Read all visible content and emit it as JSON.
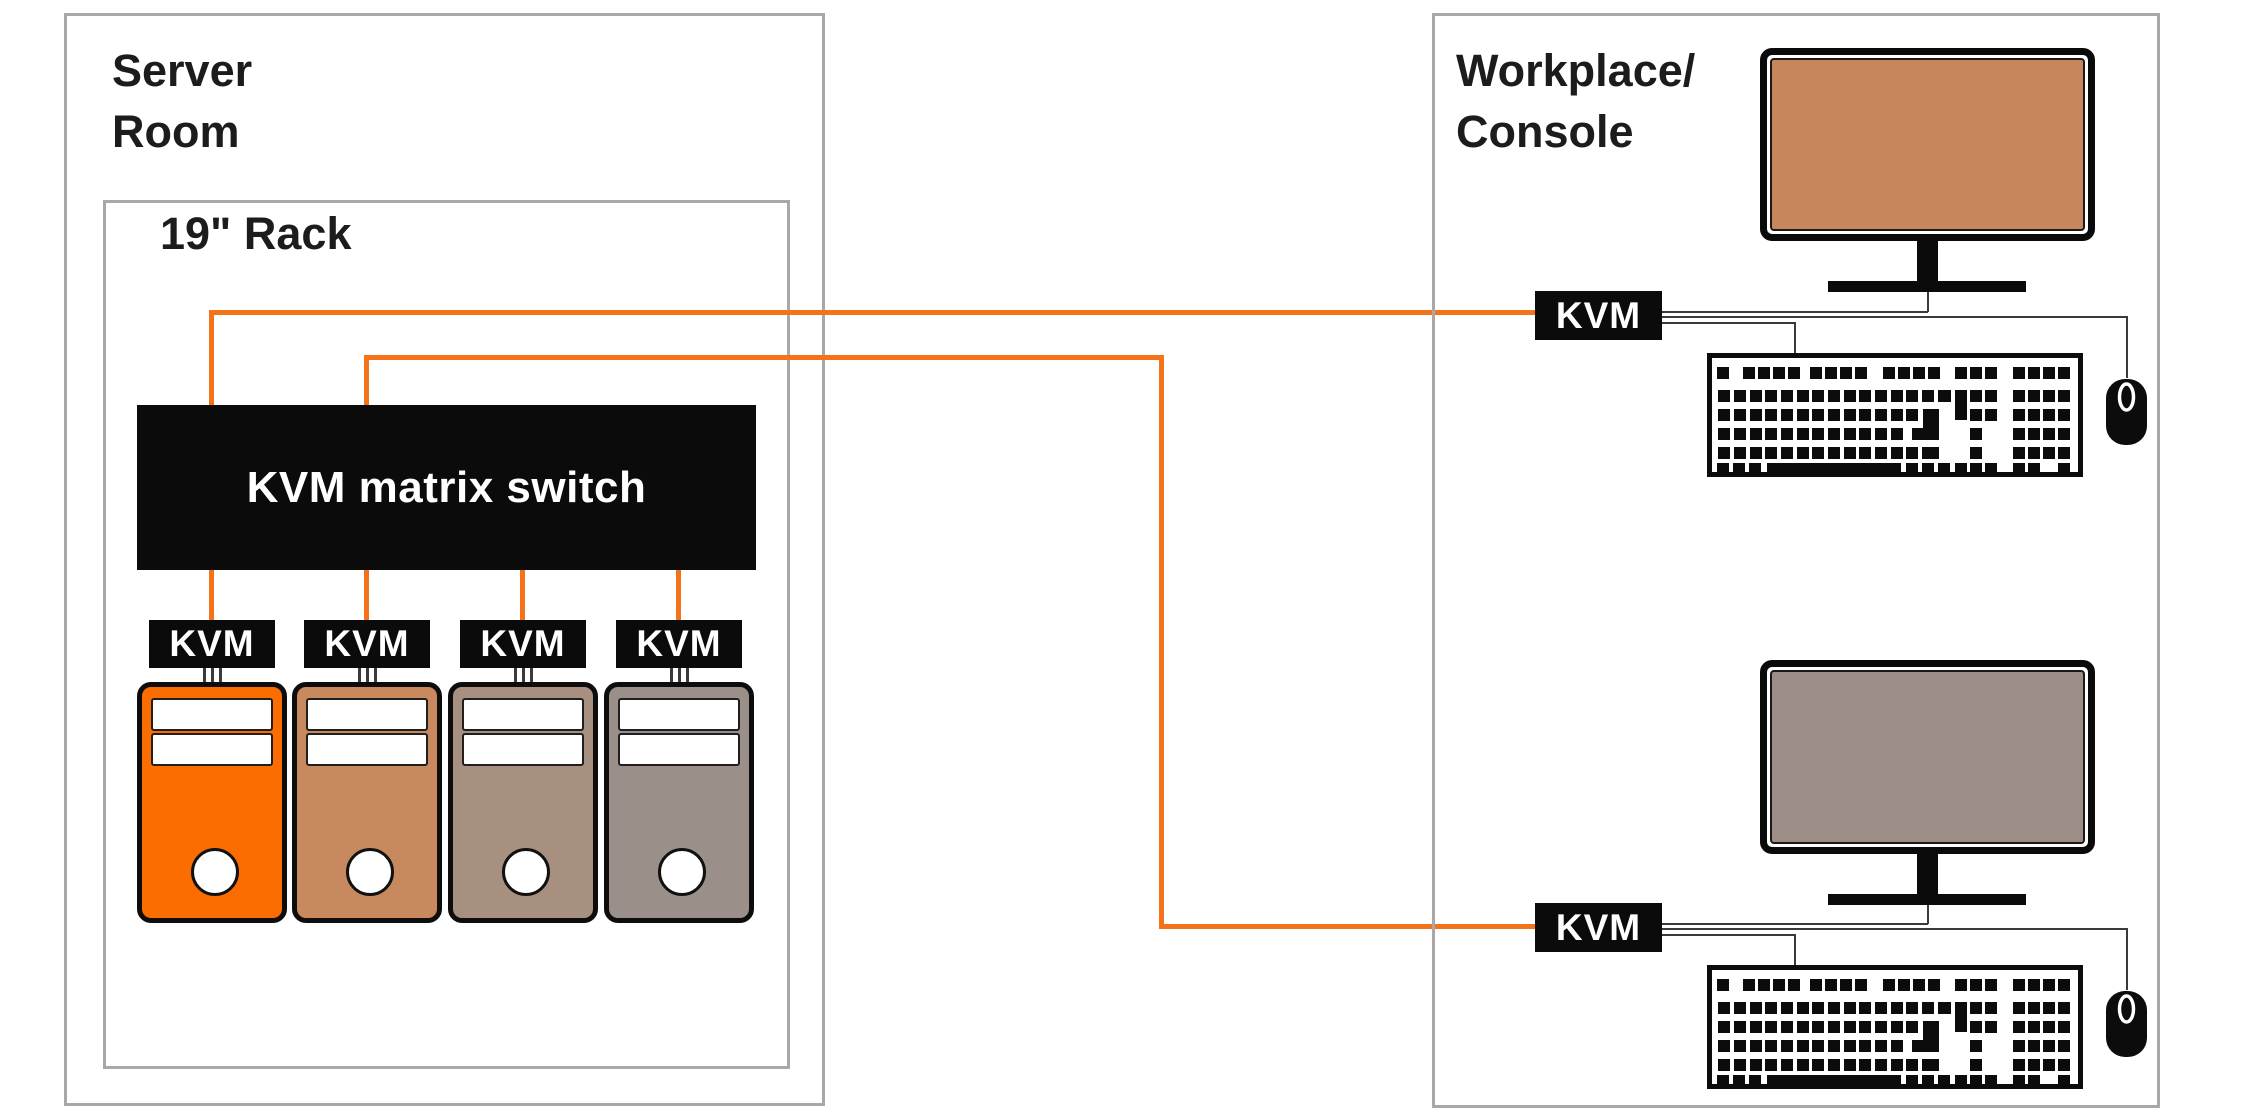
{
  "diagram": {
    "cable_color": "#F4731A",
    "line_color": "#3a3a3a",
    "server_room": {
      "label_lines": [
        "Server",
        "Room"
      ],
      "rack": {
        "label": "19\" Rack",
        "matrix_switch_label": "KVM matrix switch",
        "extenders": [
          "KVM",
          "KVM",
          "KVM",
          "KVM"
        ],
        "servers": [
          {
            "name": "server-1",
            "color": "#FB6D00"
          },
          {
            "name": "server-2",
            "color": "#C9895E"
          },
          {
            "name": "server-3",
            "color": "#A89080"
          },
          {
            "name": "server-4",
            "color": "#9B8F89"
          }
        ]
      }
    },
    "workplace": {
      "label_lines": [
        "Workplace/",
        "Console"
      ],
      "consoles": [
        {
          "kvm_label": "KVM",
          "screen_color": "#C8865C"
        },
        {
          "kvm_label": "KVM",
          "screen_color": "#9C8E86"
        }
      ]
    },
    "connections": [
      "KVM matrix switch port 1 → workplace console 1 KVM",
      "KVM matrix switch port 2 → workplace console 2 KVM"
    ],
    "icons": {
      "monitor": "monitor-icon",
      "keyboard": "keyboard-icon",
      "mouse": "mouse-icon",
      "server": "server-tower-icon"
    }
  }
}
